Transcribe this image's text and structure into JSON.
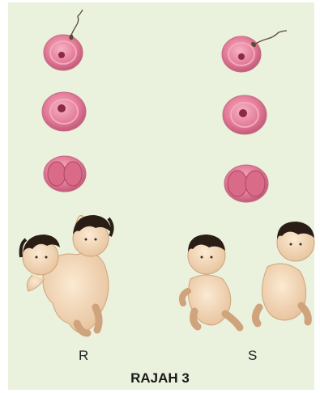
{
  "labels": {
    "left": "R",
    "right": "S"
  },
  "caption": "RAJAH 3",
  "colors": {
    "background": "#eaf1dc",
    "cell": "#e57f9a",
    "skin": "#f3d9b8",
    "hair": "#2a1d16"
  }
}
